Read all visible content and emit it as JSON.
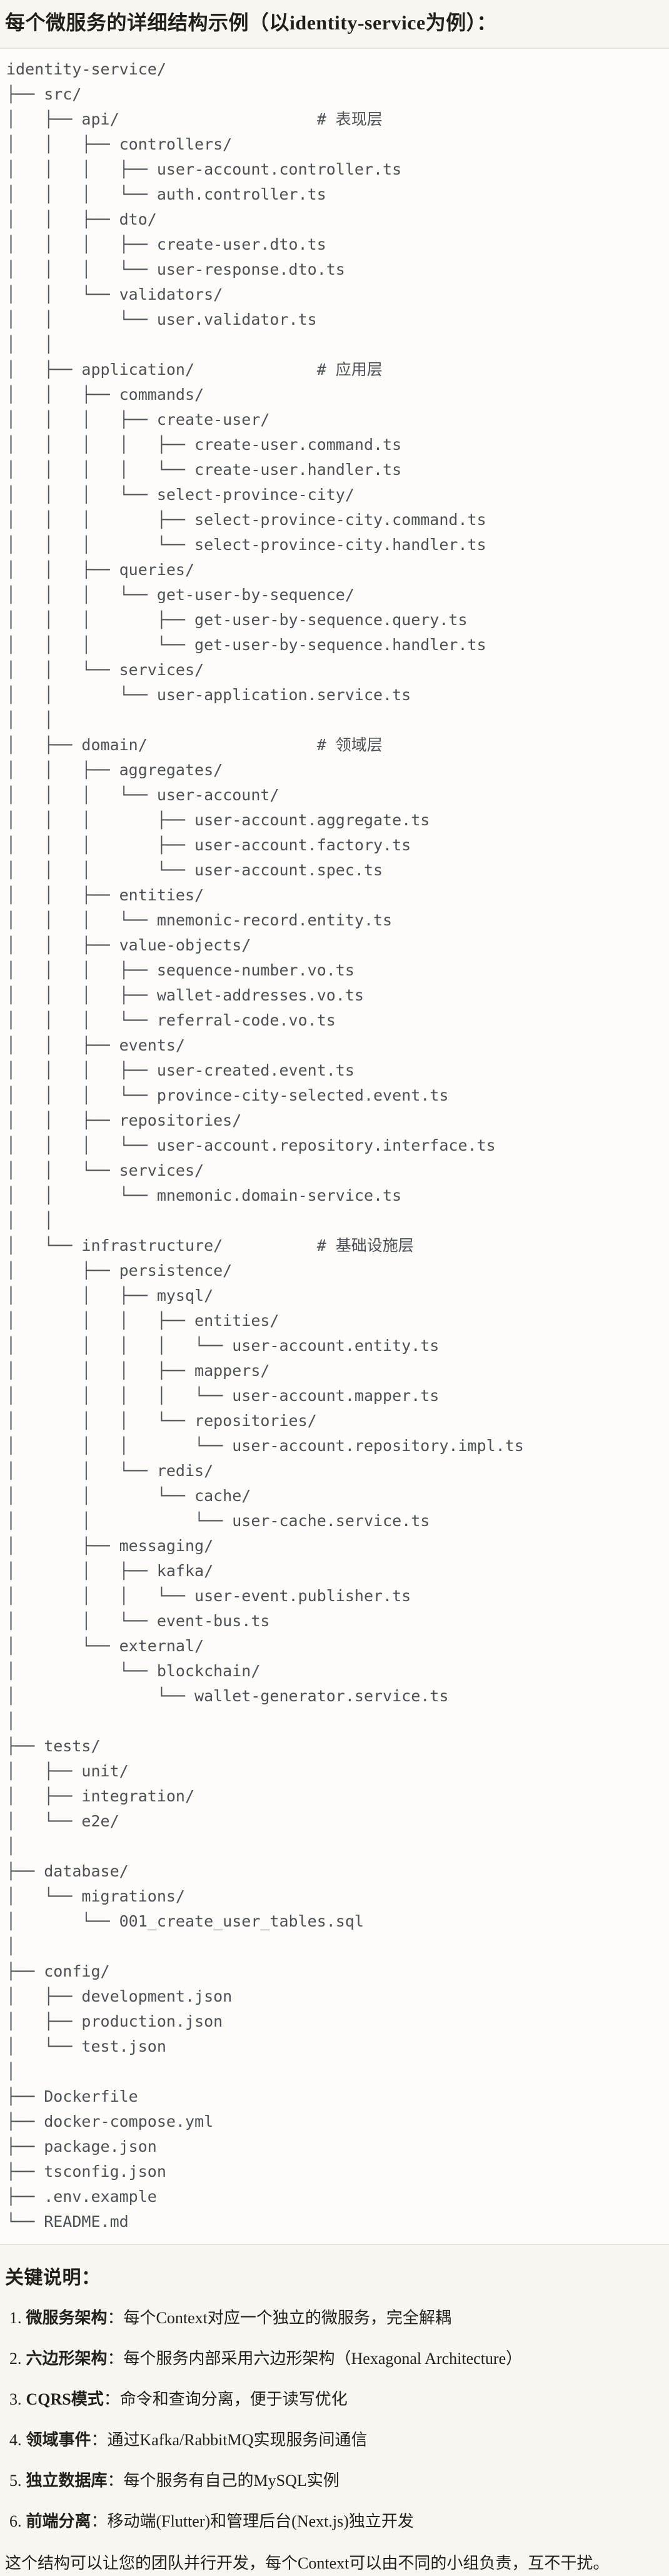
{
  "heading": {
    "text": "每个微服务的详细结构示例（以identity-service为例）："
  },
  "code_block": {
    "language": "text",
    "tree_lines": [
      "identity-service/",
      "├── src/",
      "│   ├── api/                     # 表现层",
      "│   │   ├── controllers/",
      "│   │   │   ├── user-account.controller.ts",
      "│   │   │   └── auth.controller.ts",
      "│   │   ├── dto/",
      "│   │   │   ├── create-user.dto.ts",
      "│   │   │   └── user-response.dto.ts",
      "│   │   └── validators/",
      "│   │       └── user.validator.ts",
      "│   │",
      "│   ├── application/             # 应用层",
      "│   │   ├── commands/",
      "│   │   │   ├── create-user/",
      "│   │   │   │   ├── create-user.command.ts",
      "│   │   │   │   └── create-user.handler.ts",
      "│   │   │   └── select-province-city/",
      "│   │   │       ├── select-province-city.command.ts",
      "│   │   │       └── select-province-city.handler.ts",
      "│   │   ├── queries/",
      "│   │   │   └── get-user-by-sequence/",
      "│   │   │       ├── get-user-by-sequence.query.ts",
      "│   │   │       └── get-user-by-sequence.handler.ts",
      "│   │   └── services/",
      "│   │       └── user-application.service.ts",
      "│   │",
      "│   ├── domain/                  # 领域层",
      "│   │   ├── aggregates/",
      "│   │   │   └── user-account/",
      "│   │   │       ├── user-account.aggregate.ts",
      "│   │   │       ├── user-account.factory.ts",
      "│   │   │       └── user-account.spec.ts",
      "│   │   ├── entities/",
      "│   │   │   └── mnemonic-record.entity.ts",
      "│   │   ├── value-objects/",
      "│   │   │   ├── sequence-number.vo.ts",
      "│   │   │   ├── wallet-addresses.vo.ts",
      "│   │   │   └── referral-code.vo.ts",
      "│   │   ├── events/",
      "│   │   │   ├── user-created.event.ts",
      "│   │   │   └── province-city-selected.event.ts",
      "│   │   ├── repositories/",
      "│   │   │   └── user-account.repository.interface.ts",
      "│   │   └── services/",
      "│   │       └── mnemonic.domain-service.ts",
      "│   │",
      "│   └── infrastructure/          # 基础设施层",
      "│       ├── persistence/",
      "│       │   ├── mysql/",
      "│       │   │   ├── entities/",
      "│       │   │   │   └── user-account.entity.ts",
      "│       │   │   ├── mappers/",
      "│       │   │   │   └── user-account.mapper.ts",
      "│       │   │   └── repositories/",
      "│       │   │       └── user-account.repository.impl.ts",
      "│       │   └── redis/",
      "│       │       └── cache/",
      "│       │           └── user-cache.service.ts",
      "│       ├── messaging/",
      "│       │   ├── kafka/",
      "│       │   │   └── user-event.publisher.ts",
      "│       │   └── event-bus.ts",
      "│       └── external/",
      "│           └── blockchain/",
      "│               └── wallet-generator.service.ts",
      "│",
      "├── tests/",
      "│   ├── unit/",
      "│   ├── integration/",
      "│   └── e2e/",
      "│",
      "├── database/",
      "│   └── migrations/",
      "│       └── 001_create_user_tables.sql",
      "│",
      "├── config/",
      "│   ├── development.json",
      "│   ├── production.json",
      "│   └── test.json",
      "│",
      "├── Dockerfile",
      "├── docker-compose.yml",
      "├── package.json",
      "├── tsconfig.json",
      "├── .env.example",
      "└── README.md"
    ]
  },
  "notes": {
    "heading": "关键说明：",
    "items": [
      {
        "num": "1.",
        "label": "微服务架构",
        "text": "：每个Context对应一个独立的微服务，完全解耦"
      },
      {
        "num": "2.",
        "label": "六边形架构",
        "text": "：每个服务内部采用六边形架构（Hexagonal Architecture）"
      },
      {
        "num": "3.",
        "label": "CQRS模式",
        "text": "：命令和查询分离，便于读写优化"
      },
      {
        "num": "4.",
        "label": "领域事件",
        "text": "：通过Kafka/RabbitMQ实现服务间通信"
      },
      {
        "num": "5.",
        "label": "独立数据库",
        "text": "：每个服务有自己的MySQL实例"
      },
      {
        "num": "6.",
        "label": "前端分离",
        "text": "：移动端(Flutter)和管理后台(Next.js)独立开发"
      }
    ],
    "closing": "这个结构可以让您的团队并行开发，每个Context可以由不同的小组负责，互不干扰。"
  },
  "colors": {
    "page_background": "#F8F6F0",
    "code_background": "#FDFCF8",
    "code_border": "#E5E3DB",
    "code_text": "#4C5157",
    "body_text": "#201F1B"
  }
}
